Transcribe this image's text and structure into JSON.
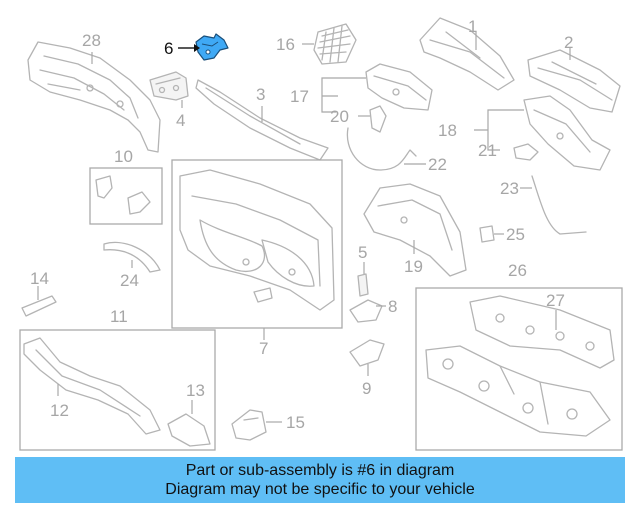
{
  "callouts": {
    "c1": "1",
    "c2": "2",
    "c3": "3",
    "c4": "4",
    "c5": "5",
    "c6": "6",
    "c7": "7",
    "c8": "8",
    "c9": "9",
    "c10": "10",
    "c11": "11",
    "c12": "12",
    "c13": "13",
    "c14": "14",
    "c15": "15",
    "c16": "16",
    "c17": "17",
    "c18": "18",
    "c19": "19",
    "c20": "20",
    "c21": "21",
    "c22": "22",
    "c23": "23",
    "c24": "24",
    "c25": "25",
    "c26": "26",
    "c27": "27",
    "c28": "28"
  },
  "highlighted_part": "6",
  "highlight_color": "#3fa9f5",
  "banner": {
    "line1": "Part or sub-assembly is #6 in diagram",
    "line2": "Diagram may not be specific to your vehicle",
    "color": "#5fbef5"
  }
}
